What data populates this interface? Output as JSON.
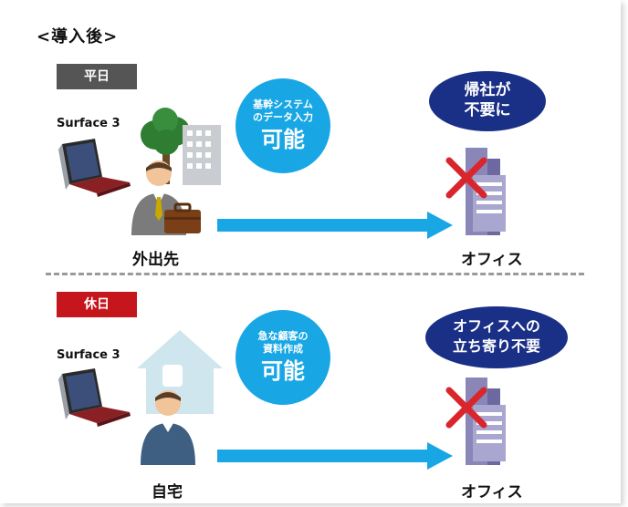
{
  "title": "<導入後>",
  "weekday": {
    "label": "平日",
    "label_color": "#555555",
    "device": "Surface 3",
    "origin": "外出先",
    "capability_small_line1": "基幹システム",
    "capability_small_line2": "のデータ入力",
    "capability_big": "可能",
    "result_line1": "帰社が",
    "result_line2": "不要に",
    "destination": "オフィス"
  },
  "holiday": {
    "label": "休日",
    "label_color": "#c4161c",
    "device": "Surface 3",
    "origin": "自宅",
    "capability_small_line1": "急な顧客の",
    "capability_small_line2": "資料作成",
    "capability_big": "可能",
    "result_line1": "オフィスへの",
    "result_line2": "立ち寄り不要",
    "destination": "オフィス"
  },
  "colors": {
    "accent_blue": "#18a7e4",
    "navy": "#1a2f86",
    "cross_red": "#d9262c",
    "building_purple": "#8a86b8"
  }
}
